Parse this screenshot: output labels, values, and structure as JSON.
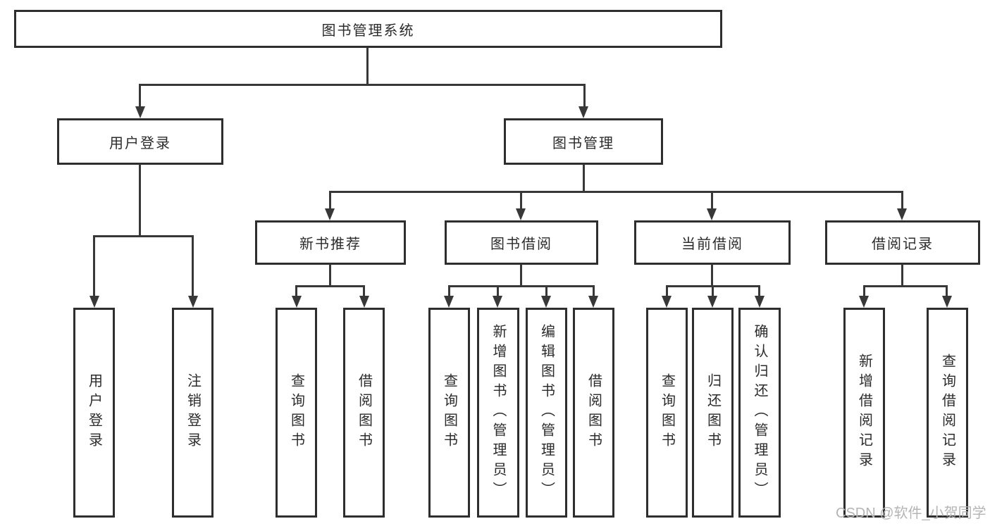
{
  "diagram": {
    "root": {
      "label": "图书管理系统"
    },
    "level2": [
      {
        "label": "用户登录"
      },
      {
        "label": "图书管理"
      }
    ],
    "level3": [
      {
        "label": "新书推荐"
      },
      {
        "label": "图书借阅"
      },
      {
        "label": "当前借阅"
      },
      {
        "label": "借阅记录"
      }
    ],
    "leaves": [
      {
        "label": "用户登录"
      },
      {
        "label": "注销登录"
      },
      {
        "label": "查询图书"
      },
      {
        "label": "借阅图书"
      },
      {
        "label": "查询图书"
      },
      {
        "label": "新增图书（管理员）"
      },
      {
        "label": "编辑图书（管理员）"
      },
      {
        "label": "借阅图书"
      },
      {
        "label": "查询图书"
      },
      {
        "label": "归还图书"
      },
      {
        "label": "确认归还（管理员）"
      },
      {
        "label": "新增借阅记录"
      },
      {
        "label": "查询借阅记录"
      }
    ]
  },
  "watermark": {
    "text": "CSDN @软件_小贺同学"
  },
  "colors": {
    "background": "#ffffff",
    "border": "#2e2e2e",
    "line": "#383838",
    "text": "#2b2b2b",
    "watermark": "#b5b5b5"
  }
}
